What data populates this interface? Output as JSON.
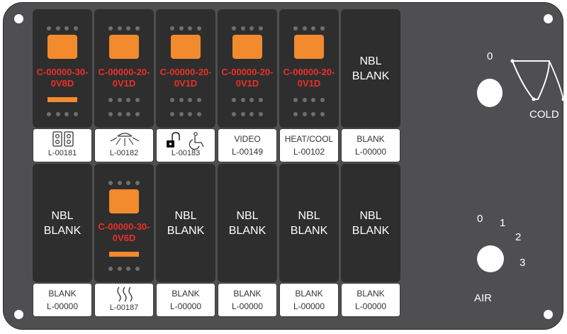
{
  "top_row": [
    {
      "type": "switch",
      "code": [
        "C-00000-30-",
        "0V8D"
      ],
      "has_bar": true,
      "label": {
        "kind": "icon",
        "icon": "dual-rocker-icon",
        "code": "L-00181"
      }
    },
    {
      "type": "switch",
      "code": [
        "C-00000-20-",
        "0V1D"
      ],
      "has_bar": false,
      "label": {
        "kind": "icon",
        "icon": "light-icon",
        "code": "L-00182"
      }
    },
    {
      "type": "switch",
      "code": [
        "C-00000-20-",
        "0V1D"
      ],
      "has_bar": false,
      "label": {
        "kind": "icon",
        "icon": "lock-wheelchair-icon",
        "code": "L-00183"
      }
    },
    {
      "type": "switch",
      "code": [
        "C-00000-20-",
        "0V1D"
      ],
      "has_bar": false,
      "label": {
        "kind": "text",
        "title": "VIDEO",
        "code": "L-00149"
      }
    },
    {
      "type": "switch",
      "code": [
        "C-00000-20-",
        "0V1D"
      ],
      "has_bar": false,
      "label": {
        "kind": "text",
        "title": "HEAT/COOL",
        "code": "L-00102"
      }
    },
    {
      "type": "blank",
      "text": [
        "NBL",
        "BLANK"
      ],
      "label": {
        "kind": "text",
        "title": "BLANK",
        "code": "L-00000"
      }
    }
  ],
  "bottom_row": [
    {
      "type": "blank",
      "text": [
        "NBL",
        "BLANK"
      ],
      "label": {
        "kind": "text",
        "title": "BLANK",
        "code": "L-00000"
      }
    },
    {
      "type": "switch",
      "code": [
        "C-00000-30-",
        "0V6D"
      ],
      "has_bar": true,
      "label": {
        "kind": "icon",
        "icon": "heat-waves-icon",
        "code": "L-00187"
      }
    },
    {
      "type": "blank",
      "text": [
        "NBL",
        "BLANK"
      ],
      "label": {
        "kind": "text",
        "title": "BLANK",
        "code": "L-00000"
      }
    },
    {
      "type": "blank",
      "text": [
        "NBL",
        "BLANK"
      ],
      "label": {
        "kind": "text",
        "title": "BLANK",
        "code": "L-00000"
      }
    },
    {
      "type": "blank",
      "text": [
        "NBL",
        "BLANK"
      ],
      "label": {
        "kind": "text",
        "title": "BLANK",
        "code": "L-00000"
      }
    },
    {
      "type": "blank",
      "text": [
        "NBL",
        "BLANK"
      ],
      "label": {
        "kind": "text",
        "title": "BLANK",
        "code": "L-00000"
      }
    }
  ],
  "temp_knob": {
    "zero": "0",
    "label": "COLD"
  },
  "air_knob": {
    "positions": [
      "0",
      "1",
      "2",
      "3"
    ],
    "label": "AIR"
  },
  "colors": {
    "panel": "#4f4f51",
    "slot": "#2e2e2e",
    "lens": "#f28a2e",
    "code_text": "#e8302a"
  }
}
